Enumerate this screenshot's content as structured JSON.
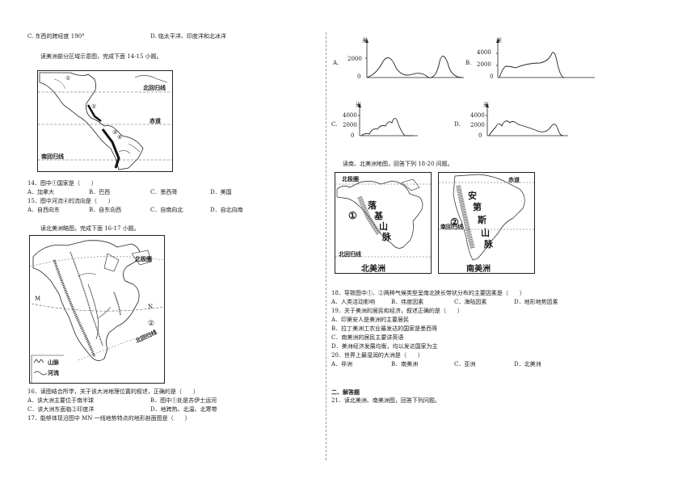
{
  "left": {
    "q13c": "C. 东西的跨经度 190°",
    "q13d": "D. 临太平洋、印度洋和北冰洋",
    "intro1": "读美洲部分区域示意图，完成下面 14-15 小题。",
    "map1": {
      "circle1": "①",
      "circle2": "②",
      "circle3": "③",
      "circle4": "④",
      "north_tropic": "北回归线",
      "equator": "赤道",
      "south_tropic": "南回归线"
    },
    "q14": "14．图中①国家是（　　）",
    "q14_options": [
      "A．加拿大",
      "B．巴西",
      "C．墨西哥",
      "D．美国"
    ],
    "q15": "15．图中河流④的流向是（　　）",
    "q15_options": [
      "A．自西向东",
      "B．自东向西",
      "C．自南向北",
      "D．自北向南"
    ],
    "intro2": "读北美洲略图，完成下面 16-17 小题。",
    "map2": {
      "arctic": "北极圈",
      "m": "M",
      "n": "N",
      "circle2": "②",
      "tropic": "北回归线",
      "legend_mountain": "山脉",
      "legend_river": "河流"
    },
    "q16": "16．读图结合所学，关于该大洲地理位置的叙述，正确的是（　　）",
    "q16_options": [
      "A．该大洲主要位于南半球",
      "B．图中①处是苏伊士运河",
      "C．该大洲东面临②印度洋",
      "D．地跨热、北温、北寒带"
    ],
    "q17": "17．能够体现沿图中 MN 一线地势特点的地形剖面图是（　　）"
  },
  "right": {
    "profiles": [
      {
        "letter": "A.",
        "unit": "米",
        "ticks": [
          "2000",
          "0"
        ]
      },
      {
        "letter": "B.",
        "unit": "米",
        "ticks": [
          "4000",
          "2000",
          "0"
        ]
      },
      {
        "letter": "C.",
        "unit": "米",
        "ticks": [
          "4000",
          "2000",
          "0"
        ]
      },
      {
        "letter": "D.",
        "unit": "米",
        "ticks": [
          "4000",
          "2000",
          "0"
        ]
      }
    ],
    "intro3": "读南、北美洲地图，回答下列 18-20 问题。",
    "na_map": {
      "arctic": "北极圈",
      "mountains": [
        "落",
        "基",
        "山",
        "脉"
      ],
      "circle": "①",
      "tropic": "北回归线",
      "caption": "北美洲"
    },
    "sa_map": {
      "equator": "赤道",
      "mountains": [
        "安",
        "第",
        "斯",
        "山",
        "脉"
      ],
      "circle": "②",
      "tropic": "南回归线",
      "caption": "南美洲"
    },
    "q18": "18．导致图中①、②两种气候类型呈南北狭长带状分布的主要因素是（　　）",
    "q18_options": [
      "A．人类活动影响",
      "B．纬度因素",
      "C．海陆因素",
      "D．地形地势因素"
    ],
    "q19": "19．关于美洲的居民和经济，叙述正确的是（　　）",
    "q19_options": [
      "A．印第安人是美洲的主要居民",
      "B．拉丁美洲工农业最发达的国家是墨西哥",
      "C．南美洲的居民主要讲英语",
      "D．美洲经济发展均衡，均以发达国家为主"
    ],
    "q20": "20．世界上最湿润的大洲是（　　）",
    "q20_options": [
      "A．非洲",
      "B．南美洲",
      "C．亚洲",
      "D．北美洲"
    ],
    "section2": "二、解答题",
    "q21": "21．读北美洲、南美洲图，回答下列问题。"
  }
}
